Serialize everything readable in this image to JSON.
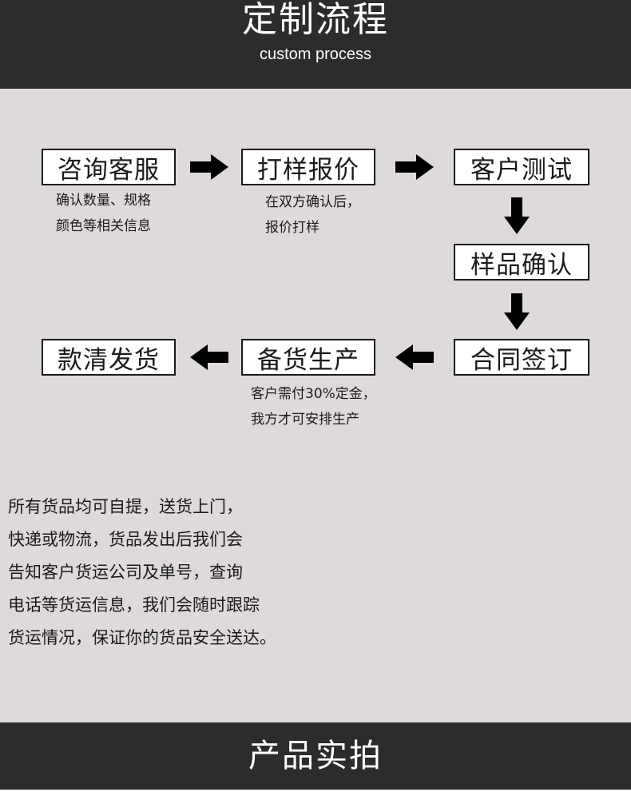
{
  "header": {
    "title": "定制流程",
    "subtitle": "custom process"
  },
  "steps": [
    {
      "label": "咨询客服",
      "note": [
        "确认数量、规格",
        "颜色等相关信息"
      ]
    },
    {
      "label": "打样报价",
      "note": [
        "在双方确认后，",
        "报价打样"
      ]
    },
    {
      "label": "客户测试"
    },
    {
      "label": "样品确认"
    },
    {
      "label": "合同签订"
    },
    {
      "label": "备货生产",
      "note": [
        "客户需付30%定金，",
        "我方才可安排生产"
      ]
    },
    {
      "label": "款清发货"
    }
  ],
  "shipping_text": [
    "所有货品均可自提，送货上门，",
    "快递或物流，货品发出后我们会",
    "告知客户货运公司及单号，查询",
    "电话等货运信息，我们会随时跟踪",
    "货运情况，保证你的货品安全送达。"
  ],
  "footer": {
    "title": "产品实拍"
  },
  "colors": {
    "header_bg": "#2c2c2c",
    "main_bg": "#dedad9",
    "box_border": "#1a1a1a",
    "arrow": "#000000"
  },
  "icons": {
    "flow_arrow": "arrow-icon"
  }
}
